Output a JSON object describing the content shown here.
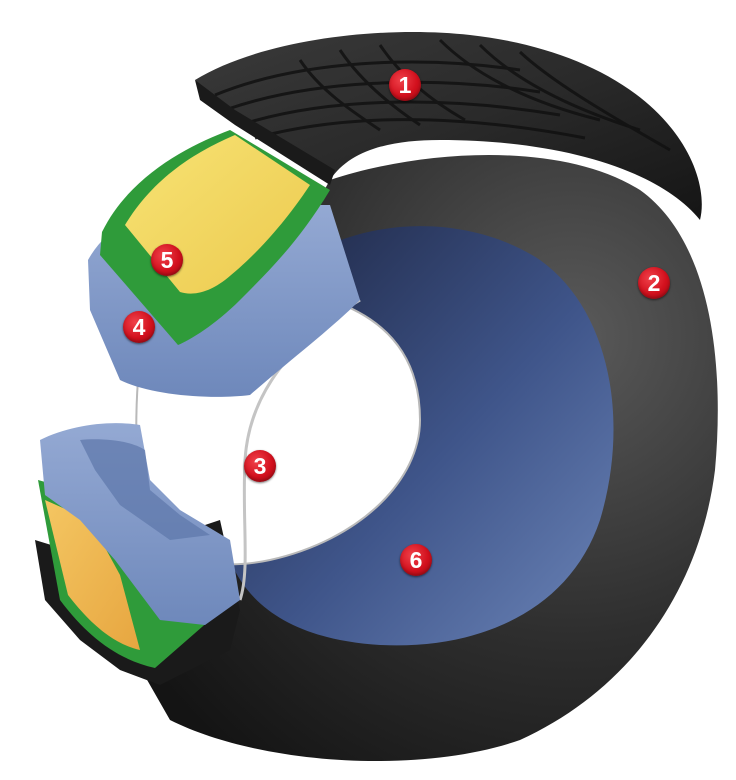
{
  "diagram": {
    "colors": {
      "rubber": "#2a2a2a",
      "sidewall_highlight": "#555555",
      "liner_blue": "#7f97c4",
      "liner_dark": "#3b4f82",
      "belt_yellow": "#f3d860",
      "belt_orange": "#f0b850",
      "ply_green": "#2f9b3a",
      "marker_red": "#d2101d"
    },
    "markers": [
      {
        "label": "1"
      },
      {
        "label": "2"
      },
      {
        "label": "3"
      },
      {
        "label": "4"
      },
      {
        "label": "5"
      },
      {
        "label": "6"
      }
    ]
  }
}
